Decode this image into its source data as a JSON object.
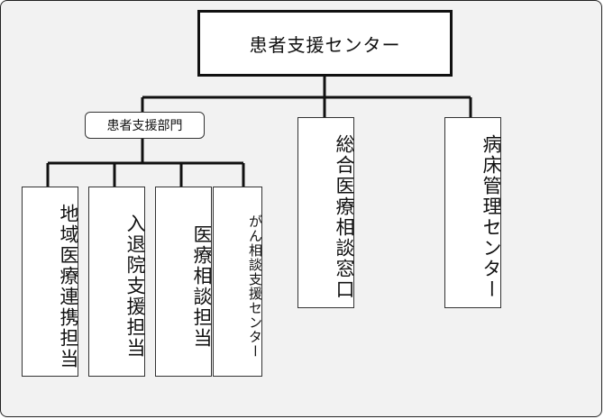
{
  "diagram": {
    "top_node": "患者支援センター",
    "department": "患者支援部門",
    "department_units": [
      "地域医療連携担当",
      "入退院支援担当",
      "医療相談担当",
      "がん相談支援センター"
    ],
    "other_units": [
      "総合医療相談窓口",
      "病床管理センター"
    ]
  }
}
